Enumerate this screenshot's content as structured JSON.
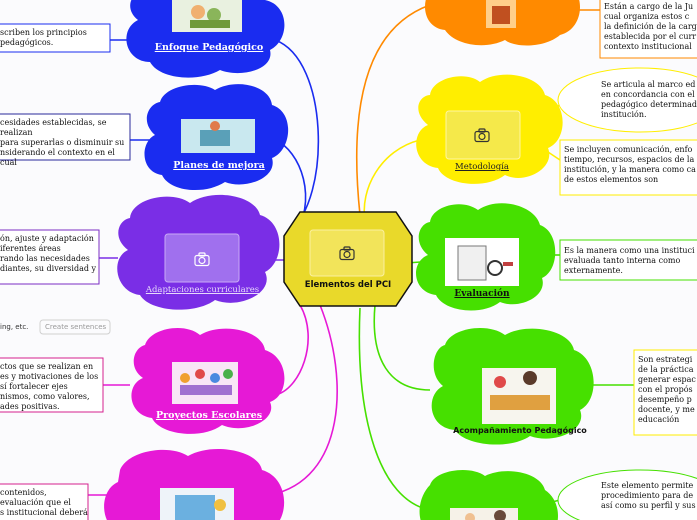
{
  "central": {
    "title": "Elementos del PCI"
  },
  "left_branches": [
    {
      "title": "Enfoque Pedagógico",
      "note_lines": [
        "scriben los principios",
        " pedagógicos."
      ]
    },
    {
      "title": "Planes de mejora",
      "note_lines": [
        "cesidades establecidas, se realizan",
        "para superarlas o disminuir su",
        "nsiderando el contexto en el cual"
      ]
    },
    {
      "title": "Adaptaciones curriculares",
      "note_lines": [
        "ón, ajuste y adaptación",
        "iferentes áreas",
        "rando las necesidades",
        "diantes, su diversidad y"
      ]
    },
    {
      "title": "Proyectos Escolares",
      "note_lines": [
        "ctos que se realizan en",
        "es y motivaciones de los",
        "sí fortalecer ejes",
        "nismos, como valores,",
        "ades positivas."
      ]
    },
    {
      "title": "",
      "note_lines": [
        "contenidos,",
        "evaluación que el",
        "s institucional deberá"
      ]
    }
  ],
  "right_branches": [
    {
      "title": "",
      "note_lines": [
        "Están a cargo de la Ju",
        "cual organiza estos c",
        "la definición de la carg",
        "establecida por el curr",
        "contexto institucional"
      ]
    },
    {
      "title": "Metodología",
      "note_lines": [
        "Se articula al marco ed",
        "en concordancia con el",
        "pedagógico determinad",
        "institución."
      ],
      "note2_lines": [
        "Se incluyen comunicación, enfo",
        "tiempo, recursos, espacios de la",
        "institución, y la manera como ca",
        "de estos elementos son"
      ]
    },
    {
      "title": "Evaluación",
      "note_lines": [
        "Es la manera como una instituci",
        "evaluada tanto interna como",
        "externamente."
      ]
    },
    {
      "title": "Acompañamiento Pedagógico",
      "note_lines": [
        "Son estrategi",
        "de la práctica",
        "generar espac",
        "con el propós",
        "desempeño p",
        "docente, y me",
        "educación"
      ]
    },
    {
      "title": "",
      "note_lines": [
        "Este elemento permite",
        "procedimiento para de",
        "así como su perfil y sus"
      ]
    }
  ],
  "floating": {
    "text1": "ing, etc.",
    "text2": "Create sentences"
  },
  "colors": {
    "blue": "#1a2cf0",
    "violet": "#7a2ee6",
    "magenta": "#e619d6",
    "orange": "#ff8a00",
    "yellow": "#ffee00",
    "green": "#46e000",
    "center": "#e9d92a",
    "navy": "#2a2a9a",
    "purple_box": "#7b2cc4",
    "pink_box": "#d6208e"
  },
  "icons": [
    "camera-icon",
    "image-icon"
  ]
}
